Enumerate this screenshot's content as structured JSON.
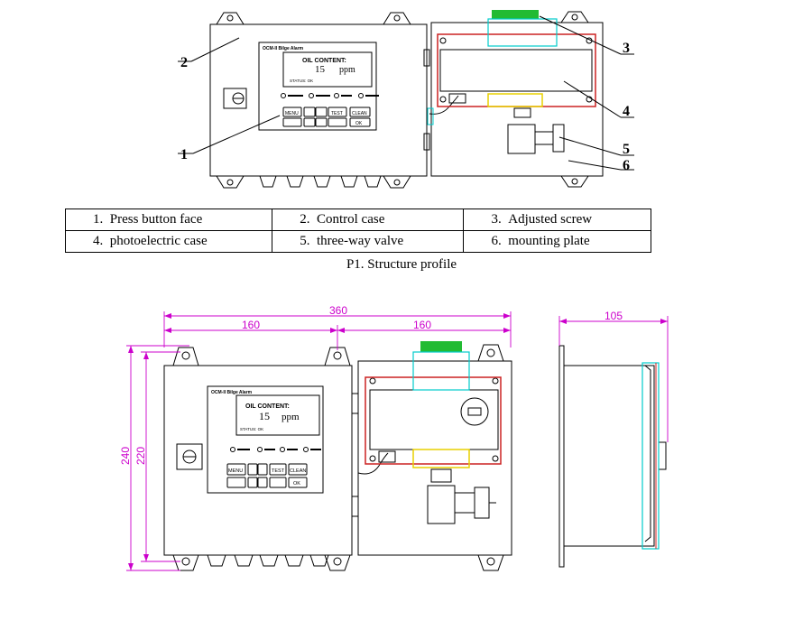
{
  "callouts": [
    "1",
    "2",
    "3",
    "4",
    "5",
    "6"
  ],
  "legend": [
    [
      "1.",
      "Press button face"
    ],
    [
      "2.",
      "Control case"
    ],
    [
      "3.",
      "Adjusted screw"
    ],
    [
      "4.",
      "photoelectric case"
    ],
    [
      "5.",
      "three-way valve"
    ],
    [
      "6.",
      "mounting plate"
    ]
  ],
  "caption": "P1. Structure profile",
  "screen": {
    "model": "OCM-II Bilge Alarm",
    "label": "OIL CONTENT:",
    "value": "15",
    "unit": "ppm",
    "status": "STATUS: OK"
  },
  "keys": {
    "menu": "MENU",
    "test": "TEST",
    "clean": "CLEAN",
    "ok": "OK"
  },
  "dimensions": {
    "total_width": "360",
    "left_width": "160",
    "right_width": "160",
    "height_outer": "240",
    "height_inner": "220",
    "depth": "105"
  },
  "colors": {
    "line": "#000000",
    "dimension": "#cc00cc",
    "gland_red": "#cc2222",
    "screw_green": "#22bb33",
    "cyan": "#00cccc",
    "yellow": "#e8d000"
  }
}
